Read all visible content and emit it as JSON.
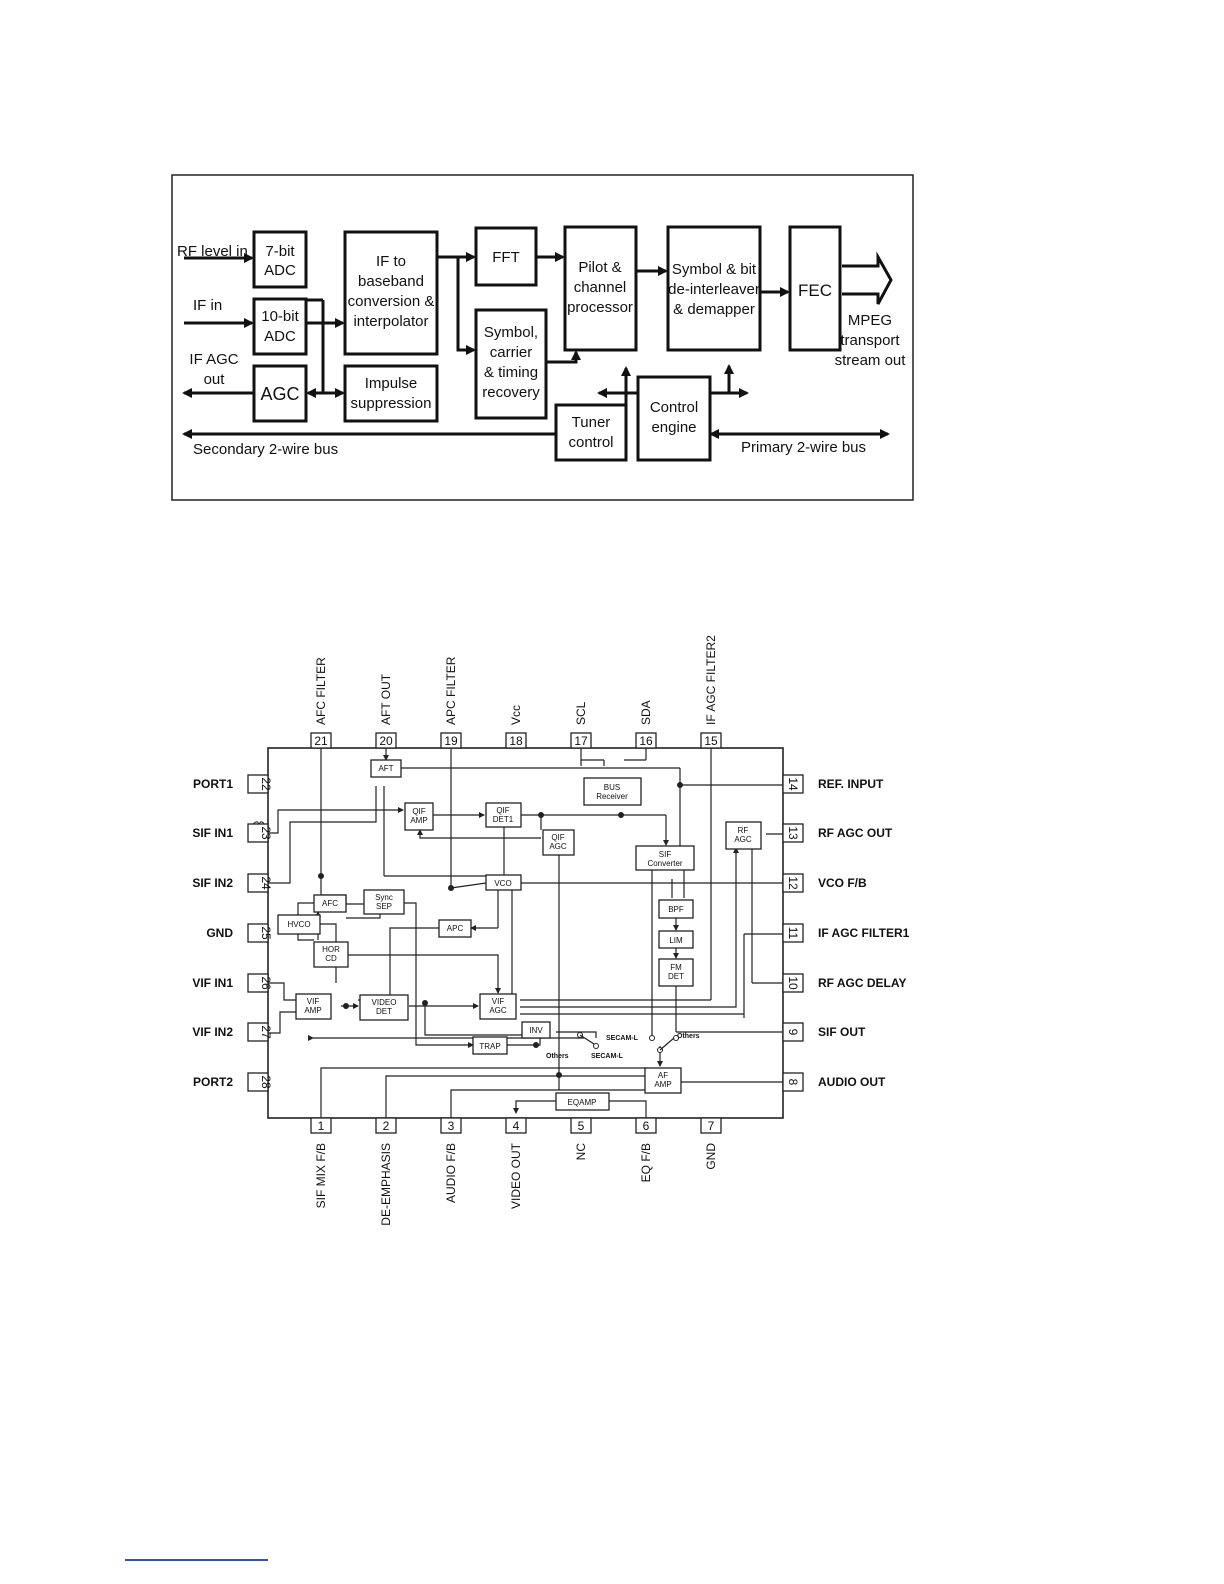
{
  "diagram1": {
    "blocks": {
      "adc7": [
        "7-bit",
        "ADC"
      ],
      "adc10": [
        "10-bit",
        "ADC"
      ],
      "agc": [
        "AGC"
      ],
      "if_baseband": [
        "IF to",
        "baseband",
        "conversion &",
        "interpolator"
      ],
      "impulse": [
        "Impulse",
        "suppression"
      ],
      "fft": [
        "FFT"
      ],
      "symbol_carrier": [
        "Symbol,",
        "carrier",
        "& timing",
        "recovery"
      ],
      "pilot": [
        "Pilot &",
        "channel",
        "processor"
      ],
      "deinterleaver": [
        "Symbol & bit",
        "de-interleaver",
        "& demapper"
      ],
      "fec": [
        "FEC"
      ],
      "tuner": [
        "Tuner",
        "control"
      ],
      "control_engine": [
        "Control",
        "engine"
      ]
    },
    "labels": {
      "rf_level_in": "RF level in",
      "if_in": "IF in",
      "if_agc_out": [
        "IF AGC",
        "out"
      ],
      "mpeg": [
        "MPEG",
        "transport",
        "stream out"
      ],
      "secondary_bus": "Secondary 2-wire bus",
      "primary_bus": "Primary 2-wire bus"
    }
  },
  "diagram2": {
    "pins_top": [
      {
        "num": "21",
        "label": "AFC FILTER"
      },
      {
        "num": "20",
        "label": "AFT OUT"
      },
      {
        "num": "19",
        "label": "APC FILTER"
      },
      {
        "num": "18",
        "label": "Vcc"
      },
      {
        "num": "17",
        "label": "SCL"
      },
      {
        "num": "16",
        "label": "SDA"
      },
      {
        "num": "15",
        "label": "IF AGC FILTER2"
      }
    ],
    "pins_bottom": [
      {
        "num": "1",
        "label": "SIF MIX F/B"
      },
      {
        "num": "2",
        "label": "DE-EMPHASIS"
      },
      {
        "num": "3",
        "label": "AUDIO F/B"
      },
      {
        "num": "4",
        "label": "VIDEO OUT"
      },
      {
        "num": "5",
        "label": "NC"
      },
      {
        "num": "6",
        "label": "EQ F/B"
      },
      {
        "num": "7",
        "label": "GND"
      }
    ],
    "pins_left": [
      {
        "num": "22",
        "label": "PORT1"
      },
      {
        "num": "23",
        "label": "SIF IN1"
      },
      {
        "num": "24",
        "label": "SIF IN2"
      },
      {
        "num": "25",
        "label": "GND"
      },
      {
        "num": "26",
        "label": "VIF IN1"
      },
      {
        "num": "27",
        "label": "VIF IN2"
      },
      {
        "num": "28",
        "label": "PORT2"
      }
    ],
    "pins_right": [
      {
        "num": "14",
        "label": "REF. INPUT"
      },
      {
        "num": "13",
        "label": "RF AGC OUT"
      },
      {
        "num": "12",
        "label": "VCO F/B"
      },
      {
        "num": "11",
        "label": "IF AGC FILTER1"
      },
      {
        "num": "10",
        "label": "RF AGC DELAY"
      },
      {
        "num": "9",
        "label": "SIF OUT"
      },
      {
        "num": "8",
        "label": "AUDIO OUT"
      }
    ],
    "blocks": {
      "aft": [
        "AFT"
      ],
      "bus_receiver": [
        "BUS",
        "Receiver"
      ],
      "qif_amp": [
        "QIF",
        "AMP"
      ],
      "qif_det1": [
        "QIF",
        "DET1"
      ],
      "qif_agc": [
        "QIF",
        "AGC"
      ],
      "rf_agc": [
        "RF",
        "AGC"
      ],
      "sif_converter": [
        "SIF",
        "Converter"
      ],
      "vco": [
        "VCO"
      ],
      "afc": [
        "AFC"
      ],
      "sync_sep": [
        "Sync",
        "SEP"
      ],
      "hvco": [
        "HVCO"
      ],
      "apc": [
        "APC"
      ],
      "hor_cd": [
        "HOR",
        "CD"
      ],
      "bpf": [
        "BPF"
      ],
      "lim": [
        "LIM"
      ],
      "fm_det": [
        "FM",
        "DET"
      ],
      "vif_amp": [
        "VIF",
        "AMP"
      ],
      "video_det": [
        "VIDEO",
        "DET"
      ],
      "vif_agc": [
        "VIF",
        "AGC"
      ],
      "inv": [
        "INV"
      ],
      "trap": [
        "TRAP"
      ],
      "af_amp": [
        "AF",
        "AMP"
      ],
      "eqamp": [
        "EQAMP"
      ]
    },
    "switch_labels": {
      "secam_l_1": "SECAM-L",
      "others_1": "Others",
      "others_2": "Others",
      "secam_l_2": "SECAM-L"
    }
  }
}
